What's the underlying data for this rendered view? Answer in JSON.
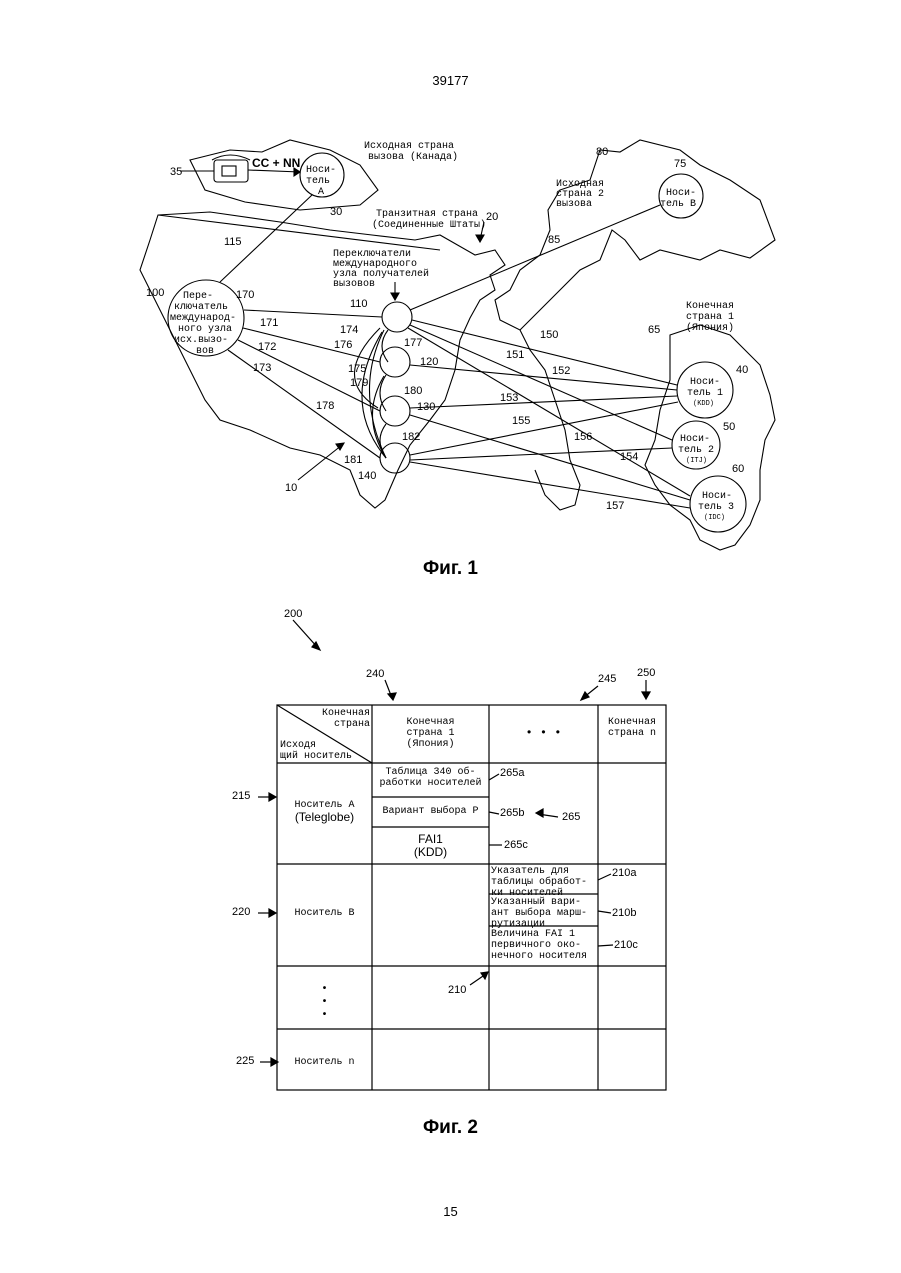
{
  "doc_number": "39177",
  "page_number": "15",
  "fig1": {
    "caption": "Фиг. 1",
    "origin_country": [
      "Исходная страна",
      "вызова (Канада)"
    ],
    "transit_country": [
      "Транзитная страна",
      "(Соединенные Штаты)"
    ],
    "origin_country_2": [
      "Исходная",
      "страна 2",
      "вызова"
    ],
    "dest_country_1": [
      "Конечная",
      "страна 1",
      "(Япония)"
    ],
    "gateway_label": [
      "Переключатели",
      "международного",
      "узла получателей",
      "вызовов"
    ],
    "origin_switch": [
      "Пере-",
      "ключатель",
      "международ-",
      "ного узла",
      "исх.вызо-",
      "вов"
    ],
    "carrier_a": [
      "Носи-",
      "тель",
      "А"
    ],
    "carrier_b": [
      "Носи-",
      "тель В"
    ],
    "carrier_1": [
      "Носи-",
      "тель 1",
      "(KDD)"
    ],
    "carrier_2": [
      "Носи-",
      "тель 2",
      "(ITJ)"
    ],
    "carrier_3": [
      "Носи-",
      "тель 3",
      "(IDC)"
    ],
    "dial_label": "CC + NN",
    "refs": [
      "35",
      "30",
      "80",
      "75",
      "20",
      "115",
      "85",
      "100",
      "170",
      "110",
      "171",
      "172",
      "173",
      "174",
      "176",
      "177",
      "175",
      "120",
      "179",
      "180",
      "130",
      "178",
      "182",
      "181",
      "140",
      "10",
      "150",
      "151",
      "152",
      "153",
      "155",
      "156",
      "154",
      "157",
      "65",
      "40",
      "50",
      "60"
    ]
  },
  "fig2": {
    "caption": "Фиг. 2",
    "header_dest": [
      "Конечная",
      "страна"
    ],
    "header_origin": [
      "Исходя",
      "щий носитель"
    ],
    "col1_header": [
      "Конечная",
      "страна 1",
      "(Япония)"
    ],
    "col2_header": "• • •",
    "col3_header": [
      "Конечная",
      "страна n"
    ],
    "row1_label": "Носитель А",
    "row1_label_sub": "(Teleglobe)",
    "row2_label": "Носитель В",
    "row3_label": "•\n•\n•",
    "row4_label": "Носитель n",
    "sub_a": [
      "Таблица 340 об-",
      "работки носителей"
    ],
    "sub_b": "Вариант выбора P",
    "sub_c": [
      "FAI1",
      "(KDD)"
    ],
    "sub_210a": [
      "Указатель для",
      "таблицы обработ-",
      "ки носителей"
    ],
    "sub_210b": [
      "Указанный вари-",
      "ант выбора марш-",
      "рутизации"
    ],
    "sub_210c": [
      "Величина FAI 1",
      "первичного око-",
      "нечного носителя"
    ],
    "refs": {
      "r200": "200",
      "r240": "240",
      "r245": "245",
      "r250": "250",
      "r215": "215",
      "r220": "220",
      "r225": "225",
      "r265a": "265a",
      "r265b": "265b",
      "r265": "265",
      "r265c": "265c",
      "r210a": "210a",
      "r210b": "210b",
      "r210c": "210c",
      "r210": "210"
    }
  }
}
